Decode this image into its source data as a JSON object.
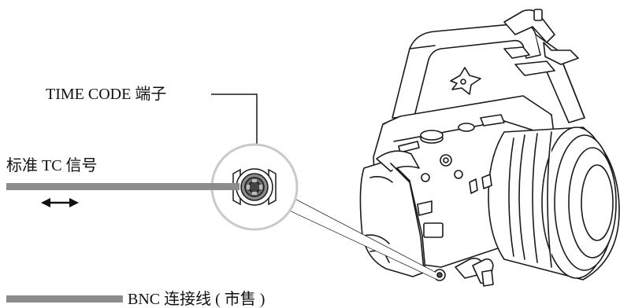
{
  "labels": {
    "timecode_terminal": "TIME CODE 端子",
    "standard_tc_signal": "标准 TC 信号",
    "bnc_cable": "BNC 连接线 ( 市售 )"
  },
  "icons": {
    "bidirectional_arrow": "double-headed-arrow-icon",
    "bnc_connector": "bnc-connector-icon",
    "camera": "cinema-camera-illustration"
  },
  "colors": {
    "cable": "#8c8c8c",
    "line": "#1a1a1a",
    "magnifier_edge": "#c9c9c9",
    "connector": "#555555"
  }
}
